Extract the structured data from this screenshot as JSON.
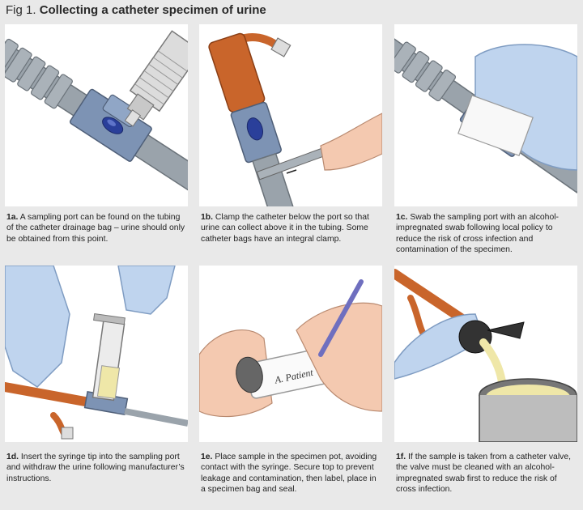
{
  "figure": {
    "label": "Fig 1.",
    "title": "Collecting a catheter specimen of urine"
  },
  "steps": [
    {
      "num": "1a.",
      "text": "A sampling port can be found on the tubing of the catheter drainage bag – urine should only be obtained from this point."
    },
    {
      "num": "1b.",
      "text": "Clamp the catheter below the port so that urine can collect above it in the tubing. Some catheter bags have an integral clamp."
    },
    {
      "num": "1c.",
      "text": "Swab the sampling port with an alcohol-impregnated swab following local policy to reduce the risk of cross infection and contamination of the specimen."
    },
    {
      "num": "1d.",
      "text": "Insert the syringe tip into the sampling port and withdraw the urine following manufacturer’s instructions."
    },
    {
      "num": "1e.",
      "text": "Place sample in the specimen pot, avoiding contact with the syringe. Secure top to prevent leakage and contamination, then label, place in a specimen bag and seal."
    },
    {
      "num": "1f.",
      "text": "If the sample is taken from a catheter valve, the valve must be cleaned with an alcohol-impregnated swab first to reduce the risk of cross infection."
    }
  ],
  "label_text": "A. Patient",
  "colors": {
    "background": "#e9e9e9",
    "panel": "#ffffff",
    "tube_grey": "#9aa3ab",
    "port_blue": "#7d93b4",
    "catheter_orange": "#c9652b",
    "glove_blue": "#bfd4ee",
    "skin": "#f4c9b0",
    "urine": "#efe7a8"
  }
}
